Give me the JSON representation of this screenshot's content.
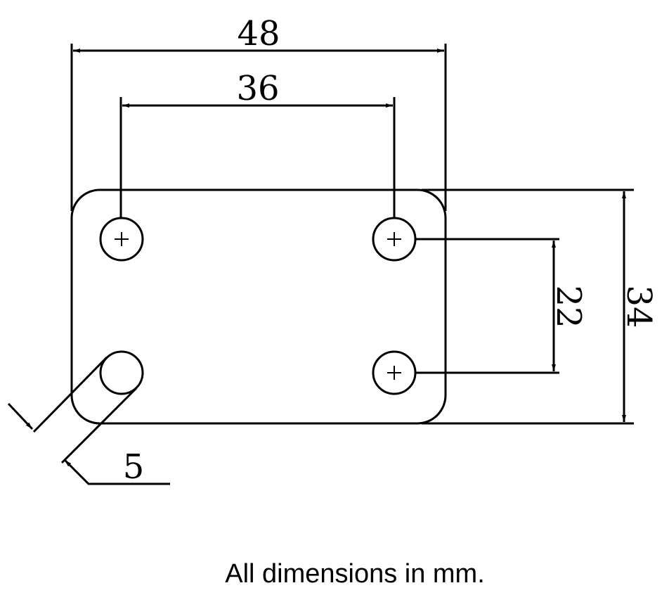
{
  "dimensions": {
    "overall_width": "48",
    "hole_spacing_horizontal": "36",
    "hole_spacing_vertical": "22",
    "overall_height": "34",
    "hole_diameter": "5"
  },
  "caption": "All dimensions in mm.",
  "colors": {
    "line": "#000000",
    "background": "#ffffff"
  }
}
